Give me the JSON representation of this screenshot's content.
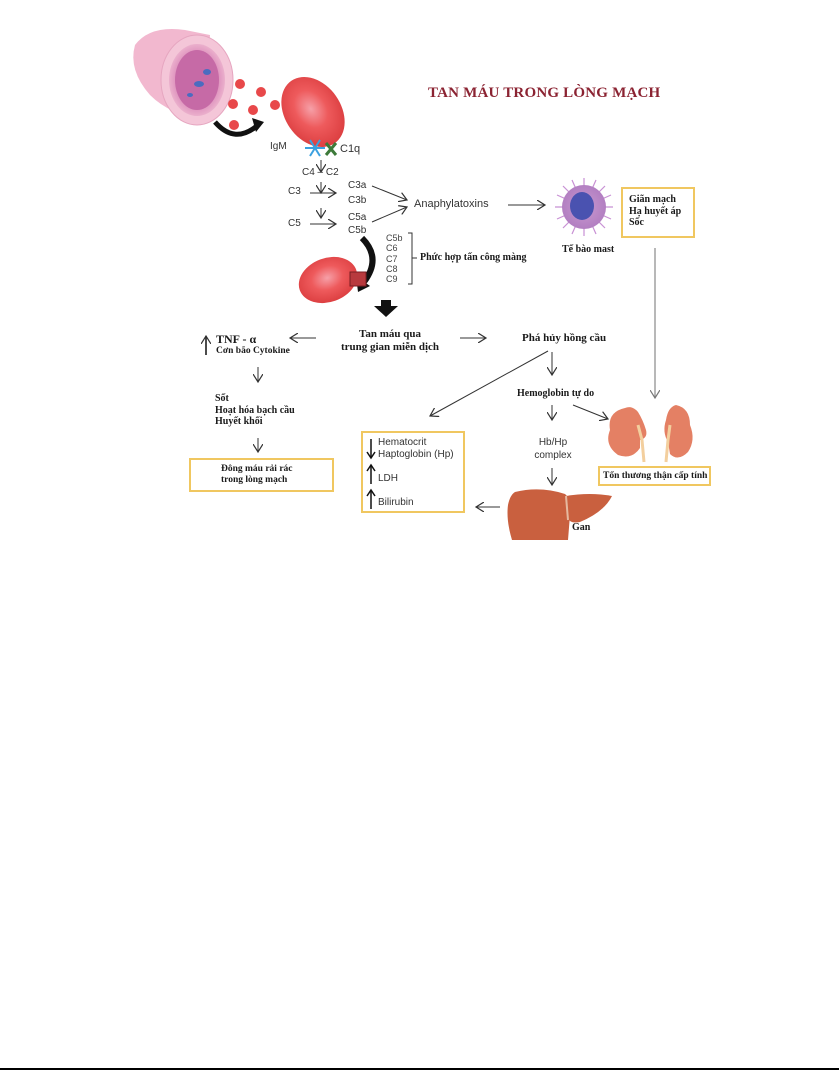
{
  "title": "TAN MÁU TRONG LÒNG MẠCH",
  "colors": {
    "title": "#8b2332",
    "box_border": "#f0c760",
    "rbc": "#e8484a",
    "organ": "#d8694e"
  },
  "initiation": {
    "igm": "IgM",
    "c1q": "C1q",
    "c4_c2": "C4 – C2",
    "c3": "C3",
    "c3a": "C3a",
    "c3b": "C3b",
    "c5": "C5",
    "c5a": "C5a",
    "c5b": "C5b",
    "anaphylatoxins": "Anaphylatoxins"
  },
  "mac": {
    "components": [
      "C5b",
      "C6",
      "C7",
      "C8",
      "C9"
    ],
    "label": "Phức hợp tấn công màng"
  },
  "mast_cell": {
    "label": "Tế bào mast",
    "effects": [
      "Giãn mạch",
      "Hạ huyết áp",
      "Sốc"
    ]
  },
  "center": {
    "line1": "Tan máu qua",
    "line2": "trung gian miễn dịch"
  },
  "left_branch": {
    "tnf": "TNF - α",
    "cytokine": "Cơn bão Cytokine",
    "effects": [
      "Sốt",
      "Hoạt hóa bạch cầu",
      "Huyết khối"
    ],
    "dic": [
      "Đông máu rải rác",
      "trong lòng mạch"
    ]
  },
  "right_branch": {
    "rbc_destruction": "Phá hủy hồng cầu",
    "free_hb": "Hemoglobin tự do",
    "hb_hp": [
      "Hb/Hp",
      "complex"
    ],
    "liver": "Gan",
    "aki": "Tổn thương thận cấp tính"
  },
  "lab_findings": {
    "items": [
      {
        "direction": "down",
        "text": "Hematocrit"
      },
      {
        "direction": "none",
        "text": "Haptoglobin (Hp)"
      },
      {
        "direction": "up",
        "text": "LDH"
      },
      {
        "direction": "up",
        "text": "Bilirubin"
      }
    ]
  }
}
